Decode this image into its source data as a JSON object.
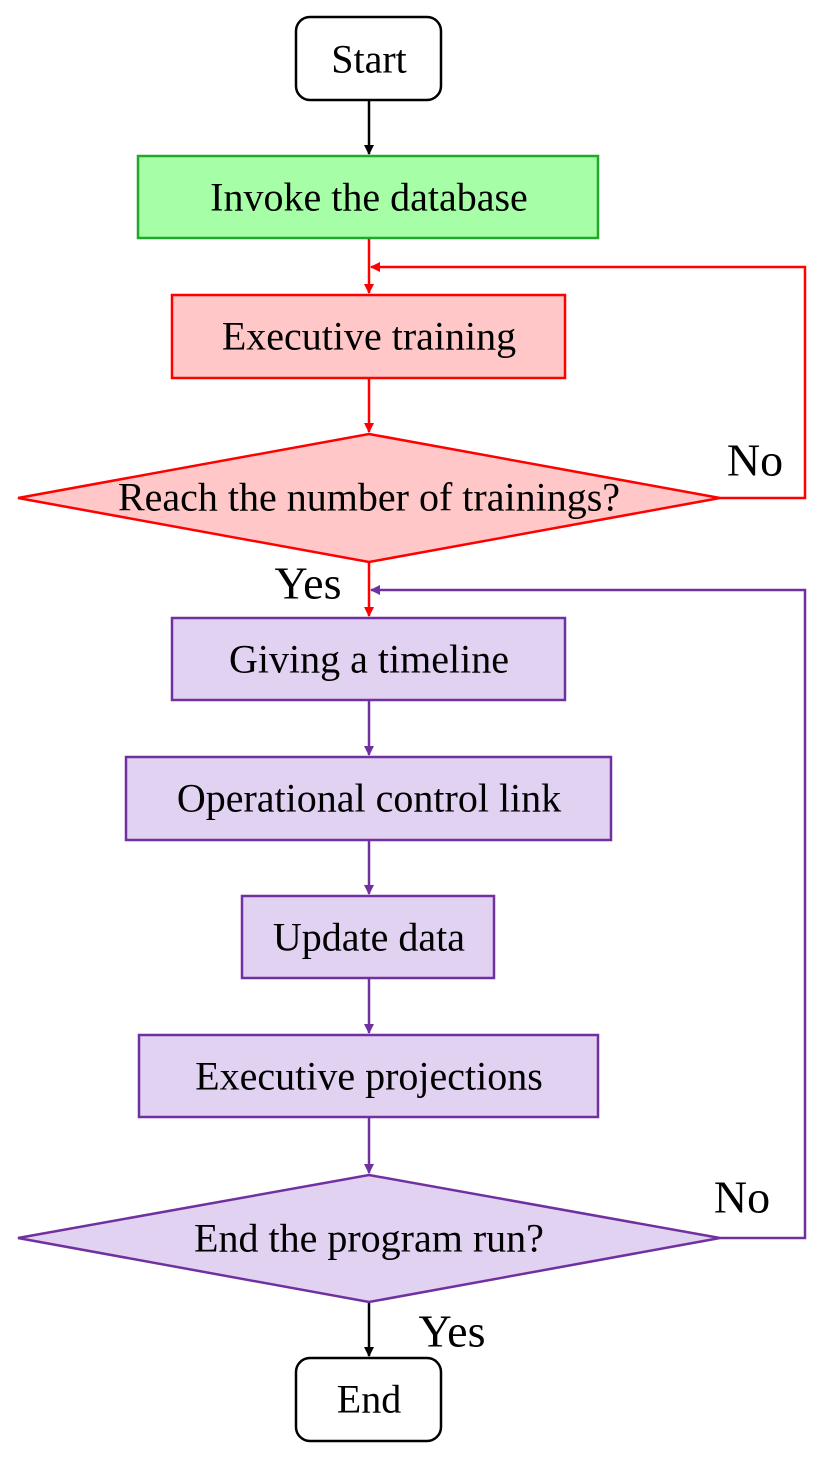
{
  "colors": {
    "black": "#000000",
    "green_fill": "#a6ffa6",
    "green_stroke": "#1fa82a",
    "red_fill": "#ffc7c7",
    "red_stroke": "#ff0000",
    "purple_fill": "#e2d2f2",
    "purple_stroke": "#7030a0"
  },
  "nodes": {
    "start": "Start",
    "invoke": "Invoke the database",
    "training": "Executive training",
    "decision1": "Reach the number of trainings?",
    "timeline": "Giving a timeline",
    "control": "Operational control link",
    "update": "Update data",
    "projections": "Executive projections",
    "decision2": "End the program run?",
    "end": "End"
  },
  "edges": {
    "d1_no": "No",
    "d1_yes": "Yes",
    "d2_no": "No",
    "d2_yes": "Yes"
  }
}
